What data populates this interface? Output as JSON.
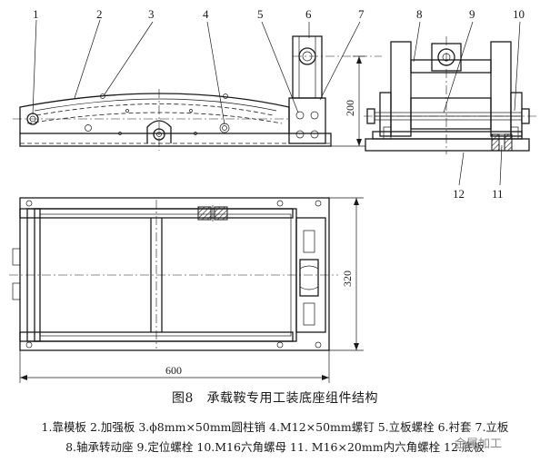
{
  "labels": {
    "n1": "1",
    "n2": "2",
    "n3": "3",
    "n4": "4",
    "n5": "5",
    "n6": "6",
    "n7": "7",
    "n8": "8",
    "n9": "9",
    "n10": "10",
    "n11": "11",
    "n12": "12"
  },
  "dimensions": {
    "height": "200",
    "width": "320",
    "length": "600"
  },
  "caption": "图8　承载鞍专用工装底座组件结构",
  "legend_line1": "1.靠模板  2.加强板  3.ϕ8mm×50mm圆柱销  4.M12×50mm螺钉  5.立板螺栓  6.衬套  7.立板",
  "legend_line2": "8.轴承转动座  9.定位螺栓  10.M16六角螺母  11. M16×20mm内六角螺栓  12.底板",
  "watermark": "金属加工"
}
